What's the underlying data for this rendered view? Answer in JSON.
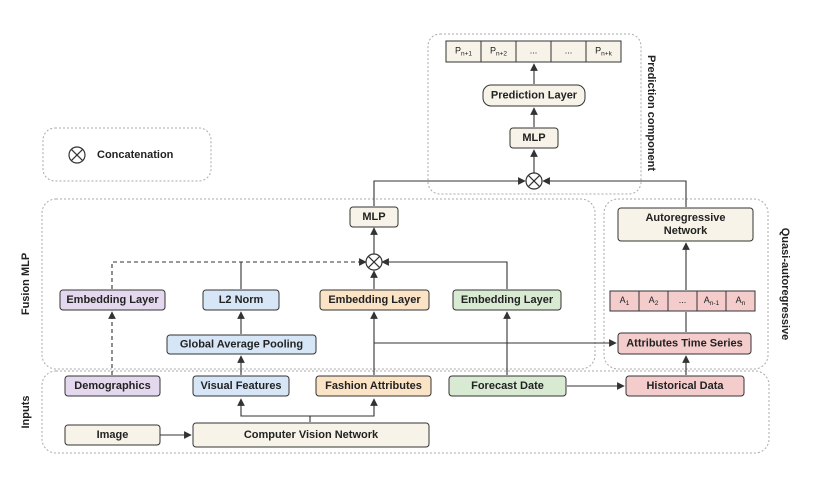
{
  "legend": {
    "concat_label": "Concatenation"
  },
  "groups": {
    "prediction": "Prediction component",
    "fusion": "Fusion MLP",
    "quasi": "Quasi-autoregressive",
    "inputs": "Inputs"
  },
  "nodes": {
    "image": "Image",
    "cv_network": "Computer Vision Network",
    "demographics": "Demographics",
    "visual_features": "Visual Features",
    "fashion_attributes": "Fashion Attributes",
    "forecast_date": "Forecast Date",
    "historical_data": "Historical Data",
    "embedding_demo": "Embedding Layer",
    "gap": "Global Average Pooling",
    "l2norm": "L2 Norm",
    "embedding_fashion": "Embedding Layer",
    "embedding_date": "Embedding Layer",
    "mlp_fusion": "MLP",
    "attr_ts": "Attributes Time Series",
    "ar_line1": "Autoregressive",
    "ar_line2": "Network",
    "mlp_pred": "MLP",
    "pred_layer": "Prediction Layer"
  },
  "pred_seq": [
    {
      "base": "P",
      "sub": "n+1"
    },
    {
      "base": "P",
      "sub": "n+2"
    },
    {
      "base": "...",
      "sub": ""
    },
    {
      "base": "...",
      "sub": ""
    },
    {
      "base": "P",
      "sub": "n+k"
    }
  ],
  "attr_seq": [
    {
      "base": "A",
      "sub": "1"
    },
    {
      "base": "A",
      "sub": "2"
    },
    {
      "base": "...",
      "sub": ""
    },
    {
      "base": "A",
      "sub": "n-1"
    },
    {
      "base": "A",
      "sub": "n"
    }
  ],
  "colors": {
    "beige": "#f7f3e8",
    "purple": "#e4d8ee",
    "blue": "#d7e6f7",
    "orange": "#fbe3c6",
    "green": "#d9ead3",
    "red": "#f4cccc",
    "stroke": "#333333",
    "group_border": "#aaaaaa"
  }
}
